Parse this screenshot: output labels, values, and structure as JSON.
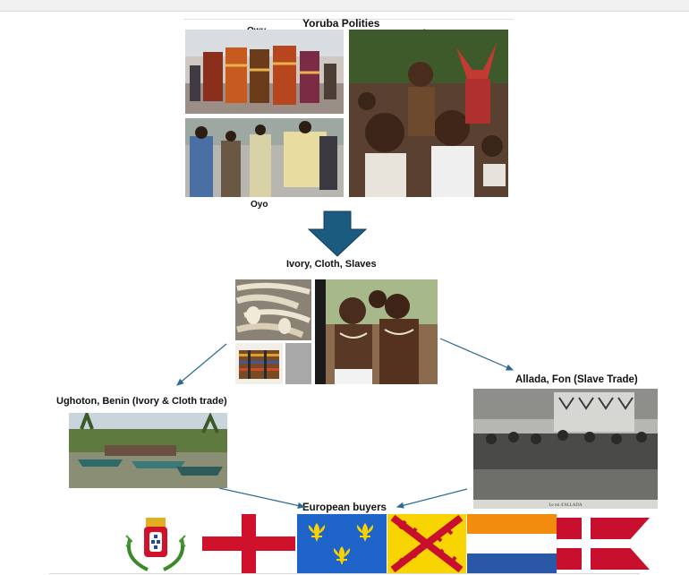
{
  "title": "Yoruba Polities",
  "polities": {
    "owu": "Owu",
    "ijesa": "Ijesa",
    "oyo": "Oyo"
  },
  "goods": "Ivory, Cloth, Slaves",
  "trade_routes": {
    "benin": "Ughoton, Benin (Ivory & Cloth trade)",
    "allada": "Allada, Fon (Slave Trade)"
  },
  "destination": "European buyers",
  "photo_caption": "Le roi d'ALLADA",
  "flags": [
    "portugal-coat-of-arms",
    "england-flag",
    "france-flag",
    "spain-burgundy-cross-flag",
    "dutch-prince-flag",
    "denmark-swallowtail-flag"
  ],
  "colors": {
    "arrow_fill": "#1b5b80",
    "connector": "#2a6a94",
    "england_red": "#d0112b",
    "france_blue": "#1f64c8",
    "fleur_gold": "#f7d100",
    "spain_yellow": "#f8d400",
    "burgundy_red": "#c8102e",
    "dutch_orange": "#f28c0f",
    "dutch_blue": "#2a57a6",
    "denmark_red": "#c8102e"
  }
}
